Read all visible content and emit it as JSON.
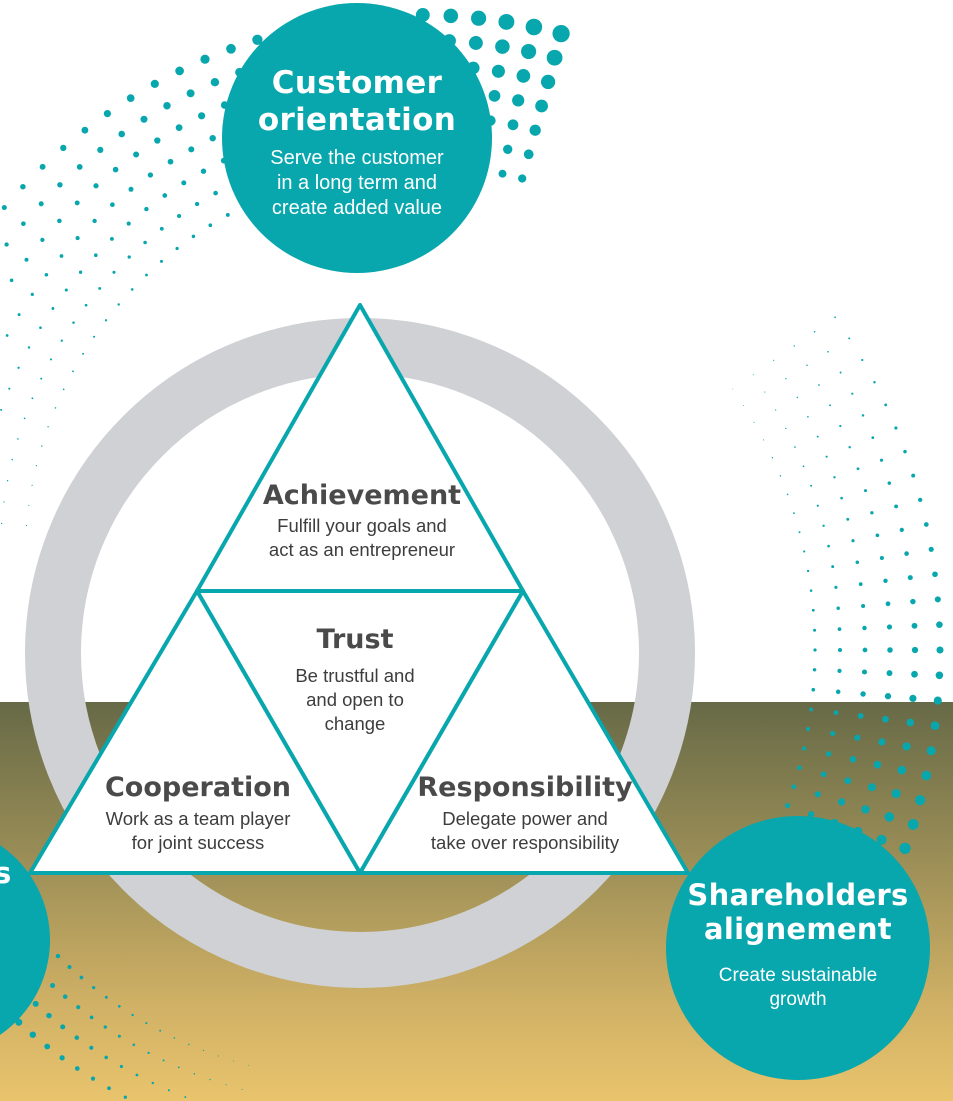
{
  "colors": {
    "teal": "#08a6ad",
    "ring": "#cfd1d4",
    "text": "#3d3d3d",
    "olive_dark": "#6a6a44",
    "gold_light": "#e8c36c"
  },
  "values_circles": {
    "customer": {
      "title_line1": "Customer",
      "title_line2": "orientation",
      "desc_line1": "Serve the customer",
      "desc_line2": "in a long term and",
      "desc_line3": "create added value"
    },
    "shareholders": {
      "title_line1": "Shareholders",
      "title_line2": "alignement",
      "desc_line1": "Create sustainable",
      "desc_line2": "growth"
    },
    "left_partial": {
      "title_fragment": "s"
    }
  },
  "triangle": {
    "achievement": {
      "title": "Achievement",
      "desc_line1": "Fulfill your goals and",
      "desc_line2": "act as an entrepreneur"
    },
    "trust": {
      "title": "Trust",
      "desc_line1": "Be trustful and",
      "desc_line2": "and open to",
      "desc_line3": "change"
    },
    "cooperation": {
      "title": "Cooperation",
      "desc_line1": "Work as a team player",
      "desc_line2": "for joint success"
    },
    "responsibility": {
      "title": "Responsibility",
      "desc_line1": "Delegate power and",
      "desc_line2": "take over responsibility"
    }
  }
}
